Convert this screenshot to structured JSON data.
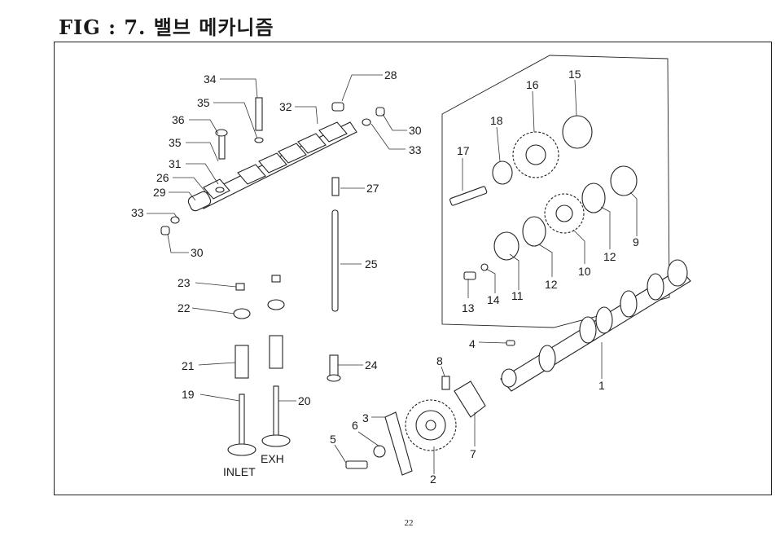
{
  "page": {
    "title": "FIG : 7. 밸브 메카니즘",
    "page_number": "22"
  },
  "callouts": [
    "1",
    "2",
    "3",
    "4",
    "5",
    "6",
    "7",
    "8",
    "9",
    "10",
    "11",
    "12",
    "12",
    "13",
    "14",
    "15",
    "16",
    "17",
    "18",
    "19",
    "20",
    "21",
    "22",
    "23",
    "24",
    "25",
    "26",
    "27",
    "28",
    "29",
    "30",
    "30",
    "31",
    "32",
    "33",
    "33",
    "34",
    "35",
    "35",
    "36"
  ],
  "captions": {
    "inlet": "INLET",
    "exh": "EXH"
  }
}
